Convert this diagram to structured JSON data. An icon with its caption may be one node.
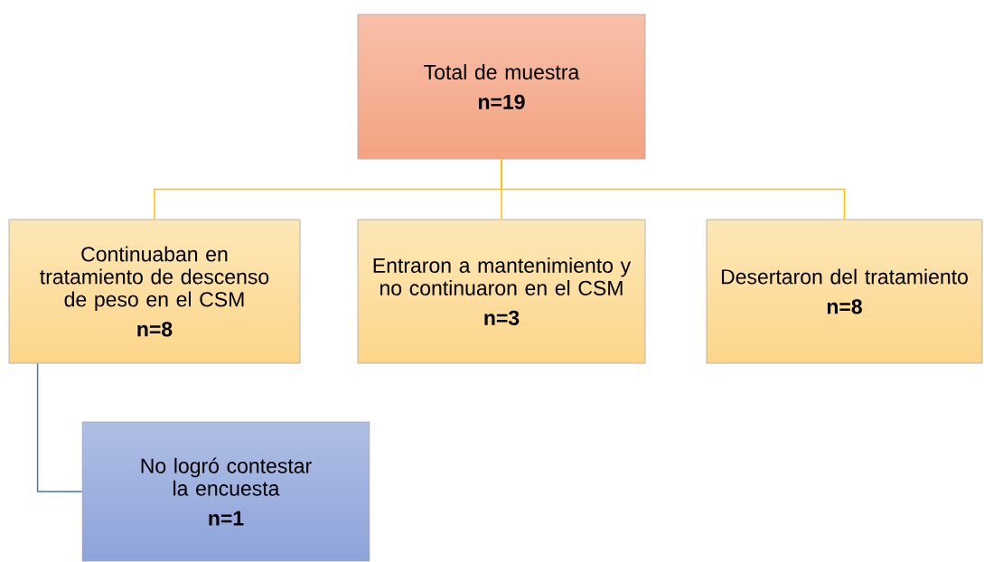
{
  "diagram": {
    "nodes": [
      {
        "text": [
          "Total de muestra",
          "n=19"
        ]
      },
      {
        "text": [
          "Continuaban en tratamiento de descenso de peso en el CSM",
          "n=8"
        ]
      },
      {
        "text": [
          "Entraron a mantenimiento y no continuaron en el CSM",
          "n=3"
        ]
      },
      {
        "text": [
          "Desertaron del tratamiento",
          "n=8"
        ]
      },
      {
        "text": [
          "No logró contestar la encuesta",
          "n=1"
        ]
      }
    ],
    "edges": [
      {
        "from": 0,
        "to": 1,
        "arrow": "none"
      },
      {
        "from": 0,
        "to": 2,
        "arrow": "none"
      },
      {
        "from": 0,
        "to": 3,
        "arrow": "none"
      },
      {
        "from": 1,
        "to": 4,
        "arrow": "none",
        "color": "#4472c4"
      }
    ]
  }
}
